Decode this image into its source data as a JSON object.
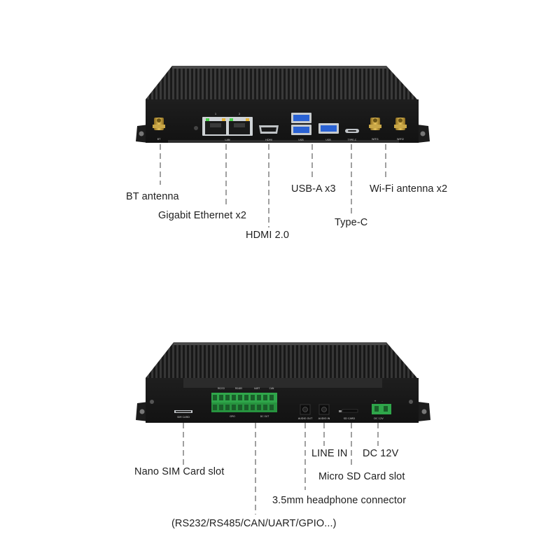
{
  "top_device": {
    "port_labels": {
      "bt": "BT",
      "lan": "LAN",
      "lan_1": "1",
      "lan_2": "2",
      "hdmi": "HDMI",
      "usb_stack": "USB",
      "usb": "USB",
      "typec": "TYPE-C",
      "wifi1": "WIFI1",
      "wifi2": "WIFI2"
    },
    "callouts": {
      "bt_antenna": "BT antenna",
      "gigabit_ethernet": "Gigabit Ethernet x2",
      "hdmi": "HDMI 2.0",
      "usb_a": "USB-A x3",
      "type_c": "Type-C",
      "wifi_antenna": "Wi-Fi antenna x2"
    }
  },
  "bottom_device": {
    "port_labels": {
      "sim": "SIM CARD",
      "rs232": "RS232",
      "rs485": "RS485",
      "uart": "UART",
      "can": "CAN",
      "gpio": "GPIO",
      "dc_out": "DC OUT",
      "audio_out": "AUDIO OUT",
      "audio_in": "AUDIO IN",
      "sd_card": "SD CARD",
      "dc12v": "DC 12V",
      "plus": "+",
      "minus": "-"
    },
    "callouts": {
      "nano_sim": "Nano SIM Card slot",
      "line_in": "LINE IN",
      "dc_12v": "DC 12V",
      "micro_sd": "Micro SD Card slot",
      "headphone": "3.5mm headphone connector",
      "io_terminals": "(RS232/RS485/CAN/UART/GPIO...)"
    }
  }
}
